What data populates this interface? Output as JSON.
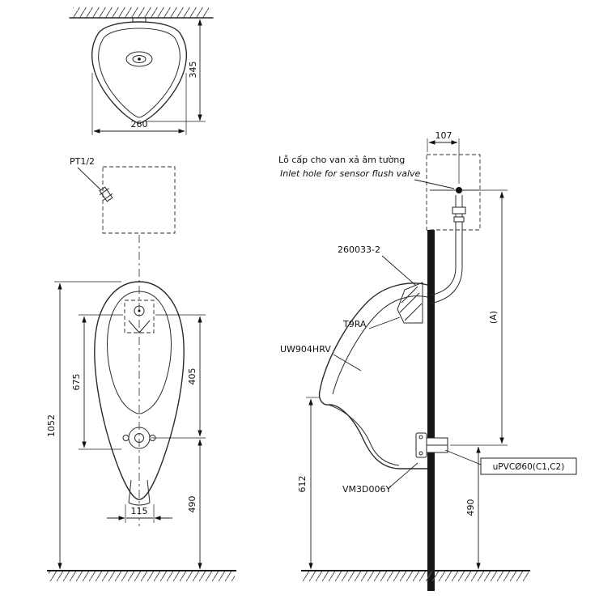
{
  "views": {
    "top": {
      "dims": {
        "height": "345",
        "width": "260"
      }
    },
    "valve": {
      "label": "PT1/2"
    },
    "front": {
      "dims": {
        "d675": "675",
        "d405": "405",
        "d1052": "1052",
        "d115": "115",
        "d490": "490"
      }
    },
    "side": {
      "dims": {
        "d107": "107",
        "dA": "(A)",
        "d612": "612",
        "d490": "490"
      },
      "notes": {
        "vi": "Lỗ cấp cho van xả âm tường",
        "en": "Inlet hole for sensor flush valve"
      },
      "parts": {
        "flush_valve": "260033-2",
        "spud": "T9RA",
        "urinal": "UW904HRV",
        "pipe": "uPVCØ60(C1,C2)",
        "outlet": "VM3D006Y"
      }
    }
  }
}
